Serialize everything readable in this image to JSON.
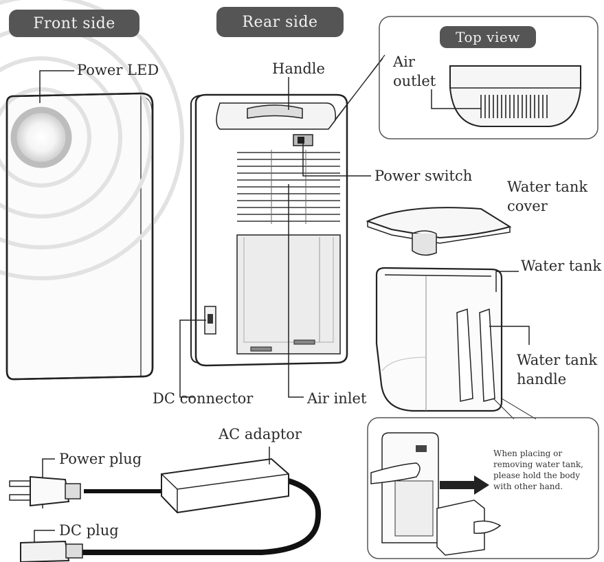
{
  "headers": {
    "front_side": "Front side",
    "rear_side": "Rear side",
    "top_view": "Top view"
  },
  "labels": {
    "power_led": "Power LED",
    "handle": "Handle",
    "air_outlet_1": "Air",
    "air_outlet_2": "outlet",
    "power_switch": "Power switch",
    "water_tank_cover_1": "Water tank",
    "water_tank_cover_2": "cover",
    "water_tank": "Water tank",
    "water_tank_handle_1": "Water tank",
    "water_tank_handle_2": "handle",
    "dc_connector": "DC connector",
    "air_inlet": "Air inlet",
    "ac_adaptor": "AC  adaptor",
    "power_plug": "Power plug",
    "dc_plug": "DC plug"
  },
  "note": "When placing or removing water tank, please hold the body with other hand.",
  "colors": {
    "header_bg": "#555555",
    "header_text": "#f2f2f2",
    "line": "#222222"
  }
}
